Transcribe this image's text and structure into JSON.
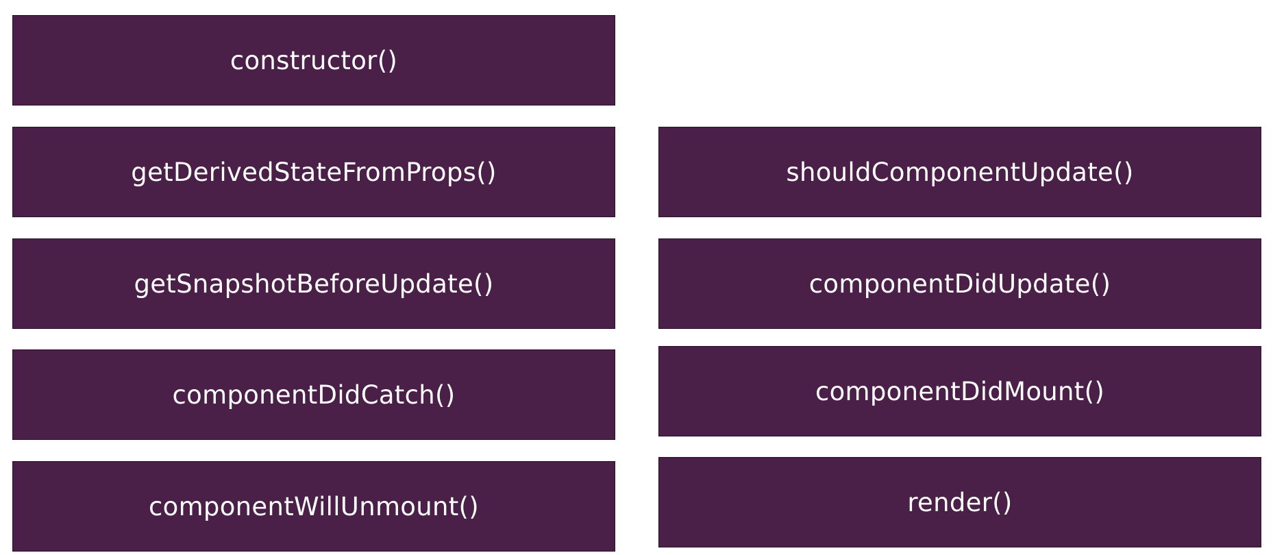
{
  "colors": {
    "box_fill": "#4a1f48",
    "box_text": "#ffffff",
    "background": "#ffffff"
  },
  "left_column": {
    "constructor": "constructor()",
    "get_derived_state_from_props": "getDerivedStateFromProps()",
    "get_snapshot_before_update": "getSnapshotBeforeUpdate()",
    "component_did_catch": "componentDidCatch()",
    "component_will_unmount": "componentWillUnmount()"
  },
  "right_column": {
    "should_component_update": "shouldComponentUpdate()",
    "component_did_update": "componentDidUpdate()",
    "component_did_mount": "componentDidMount()",
    "render": "render()"
  }
}
